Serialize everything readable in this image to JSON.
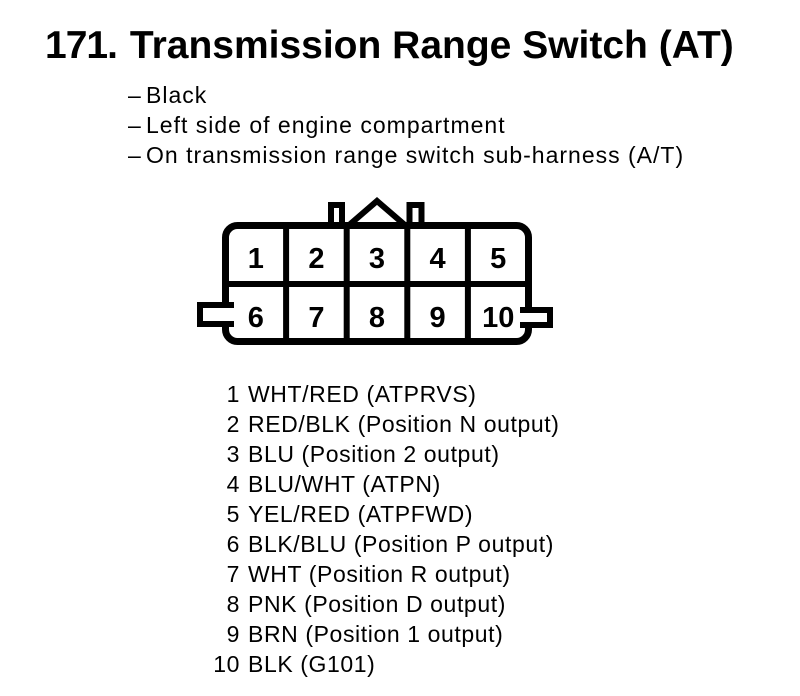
{
  "heading": {
    "number": "171.",
    "title": "Transmission Range Switch (AT)"
  },
  "notes": {
    "dash": "–",
    "items": [
      "Black",
      "Left side of engine compartment",
      "On transmission range switch sub-harness (A/T)"
    ]
  },
  "connector": {
    "type": "10-pin connector, 2 rows x 5 columns, front view",
    "rows": 2,
    "cols": 5
  },
  "pins": [
    {
      "number": "1",
      "label": "WHT/RED (ATPRVS)"
    },
    {
      "number": "2",
      "label": "RED/BLK (Position N output)"
    },
    {
      "number": "3",
      "label": "BLU (Position 2 output)"
    },
    {
      "number": "4",
      "label": "BLU/WHT (ATPN)"
    },
    {
      "number": "5",
      "label": "YEL/RED (ATPFWD)"
    },
    {
      "number": "6",
      "label": "BLK/BLU (Position P output)"
    },
    {
      "number": "7",
      "label": "WHT (Position R output)"
    },
    {
      "number": "8",
      "label": "PNK (Position D output)"
    },
    {
      "number": "9",
      "label": "BRN (Position 1 output)"
    },
    {
      "number": "10",
      "label": "BLK (G101)"
    }
  ],
  "colors": {
    "ink": "#000000",
    "background": "#ffffff"
  }
}
